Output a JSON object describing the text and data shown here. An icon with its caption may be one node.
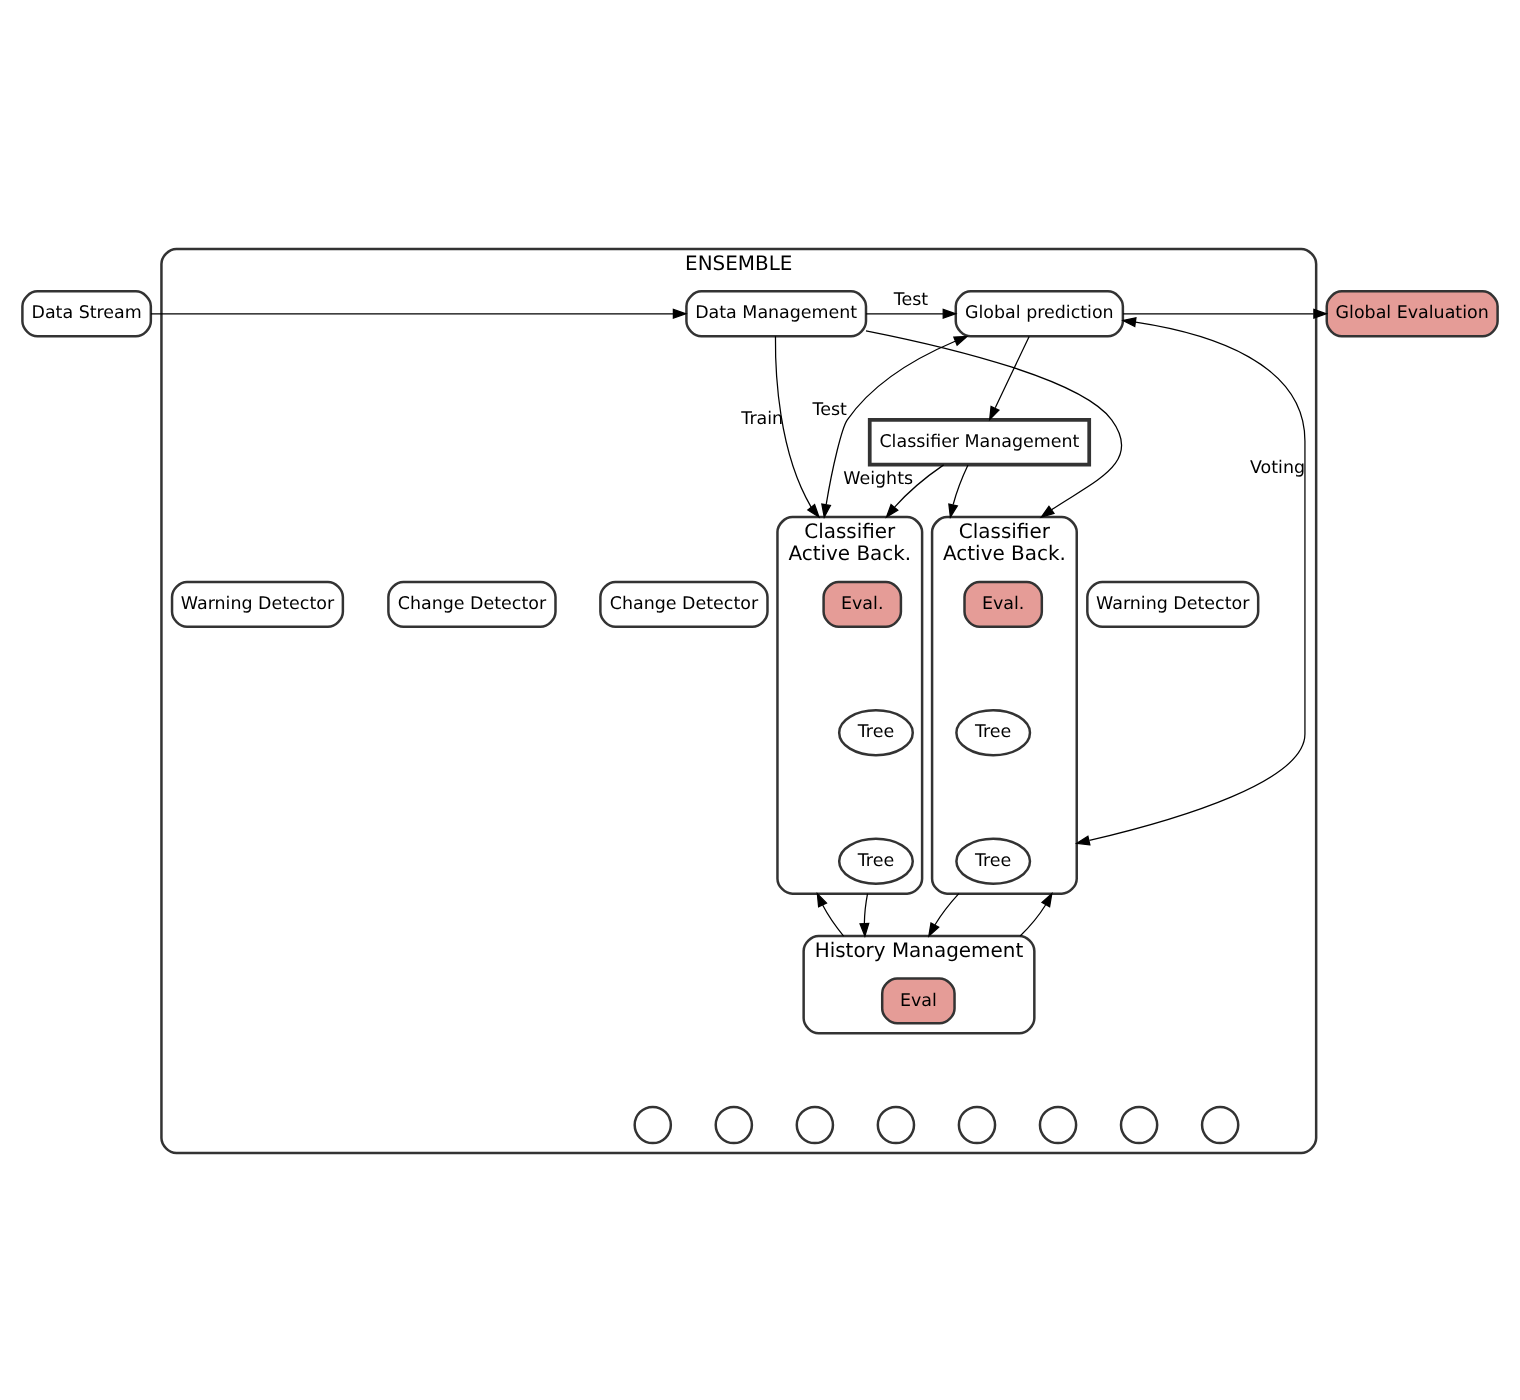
{
  "diagram": {
    "nodes": [
      {
        "text": [
          "Data Stream"
        ]
      },
      {
        "text": [
          "ENSEMBLE"
        ]
      },
      {
        "text": [
          "Data Management"
        ],
        "in": 1
      },
      {
        "text": [
          "Global prediction"
        ],
        "in": 1
      },
      {
        "text": [
          "Global Evaluation"
        ]
      },
      {
        "text": [
          "Classifier Management"
        ],
        "in": 1
      },
      {
        "text": [
          "Classifier",
          "Active Back."
        ],
        "in": 1
      },
      {
        "text": [
          "Eval."
        ],
        "in": 6
      },
      {
        "text": [
          "Tree"
        ],
        "in": 6
      },
      {
        "text": [
          "Tree"
        ],
        "in": 6
      },
      {
        "text": [
          "Change Detector"
        ],
        "in": 1
      },
      {
        "text": [
          "Warning Detector"
        ],
        "in": 1
      },
      {
        "text": [
          "Classifier",
          "Active Back."
        ],
        "in": 1
      },
      {
        "text": [
          "Eval."
        ],
        "in": 12
      },
      {
        "text": [
          "Tree"
        ],
        "in": 12
      },
      {
        "text": [
          "Tree"
        ],
        "in": 12
      },
      {
        "text": [
          "Change Detector"
        ],
        "in": 1
      },
      {
        "text": [
          "Warning Detector"
        ],
        "in": 1
      },
      {
        "text": [
          "History Management"
        ],
        "in": 1
      },
      {
        "text": [
          "Eval"
        ],
        "in": 18
      },
      {
        "text": [],
        "shape": "circle",
        "in": 1
      },
      {
        "text": [],
        "shape": "circle",
        "in": 1
      },
      {
        "text": [],
        "shape": "circle",
        "in": 1
      },
      {
        "text": [],
        "shape": "circle",
        "in": 1
      },
      {
        "text": [],
        "shape": "circle",
        "in": 1
      },
      {
        "text": [],
        "shape": "circle",
        "in": 1
      },
      {
        "text": [],
        "shape": "circle",
        "in": 1
      },
      {
        "text": [],
        "shape": "circle",
        "in": 1
      }
    ],
    "edges": [
      {
        "from": 0,
        "to": 2,
        "arrow": "to"
      },
      {
        "from": 2,
        "to": 3,
        "arrow": "to",
        "label": "Test"
      },
      {
        "from": 3,
        "to": 4,
        "arrow": "to"
      },
      {
        "from": 3,
        "to": 5,
        "arrow": "to"
      },
      {
        "from": 12,
        "to": 3,
        "arrow": "both",
        "label": "Voting"
      },
      {
        "from": 3,
        "to": 6,
        "arrow": "both",
        "label": "Test"
      },
      {
        "from": 5,
        "to": 6,
        "arrow": "to",
        "label": "Weights"
      },
      {
        "from": 5,
        "to": 12,
        "arrow": "to"
      },
      {
        "from": 2,
        "to": 6,
        "arrow": "to",
        "label": "Train"
      },
      {
        "from": 2,
        "to": 12,
        "arrow": "to"
      },
      {
        "from": 6,
        "to": 18,
        "arrow": "to"
      },
      {
        "from": 18,
        "to": 6,
        "arrow": "to"
      },
      {
        "from": 12,
        "to": 18,
        "arrow": "to"
      },
      {
        "from": 18,
        "to": 12,
        "arrow": "to"
      }
    ]
  }
}
